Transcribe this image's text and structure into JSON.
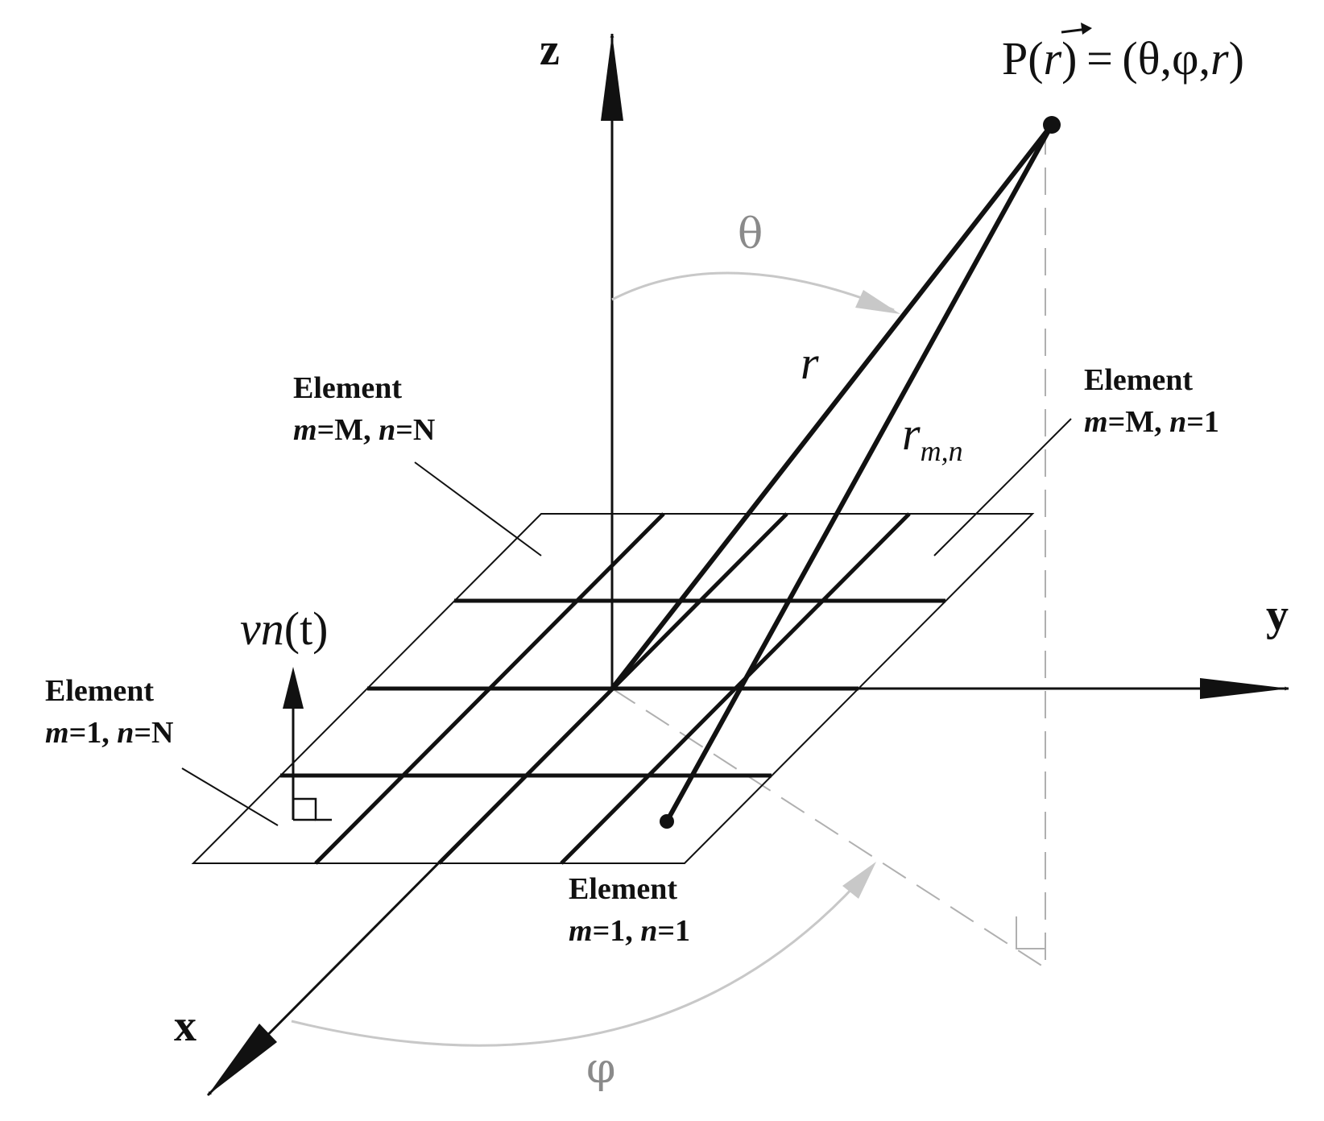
{
  "axes": {
    "x": "x",
    "y": "y",
    "z": "z"
  },
  "point": {
    "name": "P(",
    "vec": "r",
    "rest": ") = (θ,φ,",
    "r": "r",
    "close": ")"
  },
  "angles": {
    "theta": "θ",
    "phi": "φ"
  },
  "distances": {
    "r": "r",
    "rmn_main": "r",
    "rmn_sub": "m,n"
  },
  "velocity": {
    "v": "v",
    "n": "n",
    "t": "(t)"
  },
  "elements": {
    "mm_nn": {
      "title": "Element",
      "m": "m",
      "m_val": "=M, ",
      "n": "n",
      "n_val": "=N"
    },
    "mm_n1": {
      "title": "Element",
      "m": "m",
      "m_val": "=M, ",
      "n": "n",
      "n_val": "=1"
    },
    "m1_nn": {
      "title": "Element",
      "m": "m",
      "m_val": "=1, ",
      "n": "n",
      "n_val": "=N"
    },
    "m1_n1": {
      "title": "Element",
      "m": "m",
      "m_val": "=1, ",
      "n": "n",
      "n_val": "=1"
    }
  },
  "colors": {
    "ink": "#111111",
    "angle_gray": "#8a8a8a",
    "dash_gray": "#b0b0b0"
  }
}
